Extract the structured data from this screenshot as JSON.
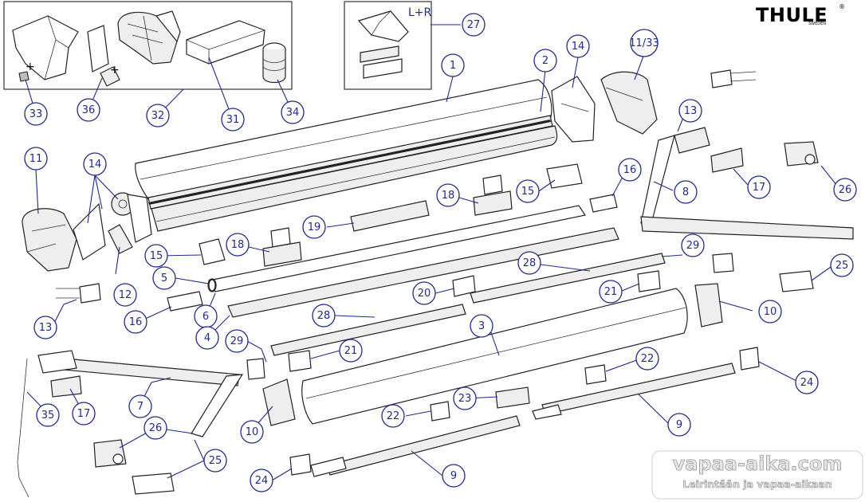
{
  "brand": {
    "name": "THULE",
    "tagline": "SWEDEN",
    "registered": "®"
  },
  "inset_label": "L+R",
  "callouts": [
    {
      "id": "c33",
      "label": "33"
    },
    {
      "id": "c36",
      "label": "36"
    },
    {
      "id": "c32",
      "label": "32"
    },
    {
      "id": "c31",
      "label": "31"
    },
    {
      "id": "c34",
      "label": "34"
    },
    {
      "id": "c27",
      "label": "27"
    },
    {
      "id": "c1",
      "label": "1"
    },
    {
      "id": "c2",
      "label": "2"
    },
    {
      "id": "c14a",
      "label": "14"
    },
    {
      "id": "c1133",
      "label": "11/33"
    },
    {
      "id": "c13a",
      "label": "13"
    },
    {
      "id": "c11",
      "label": "11"
    },
    {
      "id": "c14b",
      "label": "14"
    },
    {
      "id": "c16a",
      "label": "16"
    },
    {
      "id": "c15a",
      "label": "15"
    },
    {
      "id": "c18a",
      "label": "18"
    },
    {
      "id": "c8",
      "label": "8"
    },
    {
      "id": "c17a",
      "label": "17"
    },
    {
      "id": "c26a",
      "label": "26"
    },
    {
      "id": "c19",
      "label": "19"
    },
    {
      "id": "c15b",
      "label": "15"
    },
    {
      "id": "c18b",
      "label": "18"
    },
    {
      "id": "c12",
      "label": "12"
    },
    {
      "id": "c29a",
      "label": "29"
    },
    {
      "id": "c25a",
      "label": "25"
    },
    {
      "id": "c28a",
      "label": "28"
    },
    {
      "id": "c5",
      "label": "5"
    },
    {
      "id": "c20",
      "label": "20"
    },
    {
      "id": "c21a",
      "label": "21"
    },
    {
      "id": "c16b",
      "label": "16"
    },
    {
      "id": "c6",
      "label": "6"
    },
    {
      "id": "c28b",
      "label": "28"
    },
    {
      "id": "c10a",
      "label": "10"
    },
    {
      "id": "c13b",
      "label": "13"
    },
    {
      "id": "c4",
      "label": "4"
    },
    {
      "id": "c3",
      "label": "3"
    },
    {
      "id": "c29b",
      "label": "29"
    },
    {
      "id": "c21b",
      "label": "21"
    },
    {
      "id": "c22a",
      "label": "22"
    },
    {
      "id": "c24a",
      "label": "24"
    },
    {
      "id": "c7",
      "label": "7"
    },
    {
      "id": "c17b",
      "label": "17"
    },
    {
      "id": "c35",
      "label": "35"
    },
    {
      "id": "c23",
      "label": "23"
    },
    {
      "id": "c10b",
      "label": "10"
    },
    {
      "id": "c22b",
      "label": "22"
    },
    {
      "id": "c9a",
      "label": "9"
    },
    {
      "id": "c26b",
      "label": "26"
    },
    {
      "id": "c25b",
      "label": "25"
    },
    {
      "id": "c24b",
      "label": "24"
    },
    {
      "id": "c9b",
      "label": "9"
    }
  ],
  "watermark": {
    "site": "vapaa-aika.com",
    "tagline": "Leirintään ja vapaa-aikaan"
  }
}
